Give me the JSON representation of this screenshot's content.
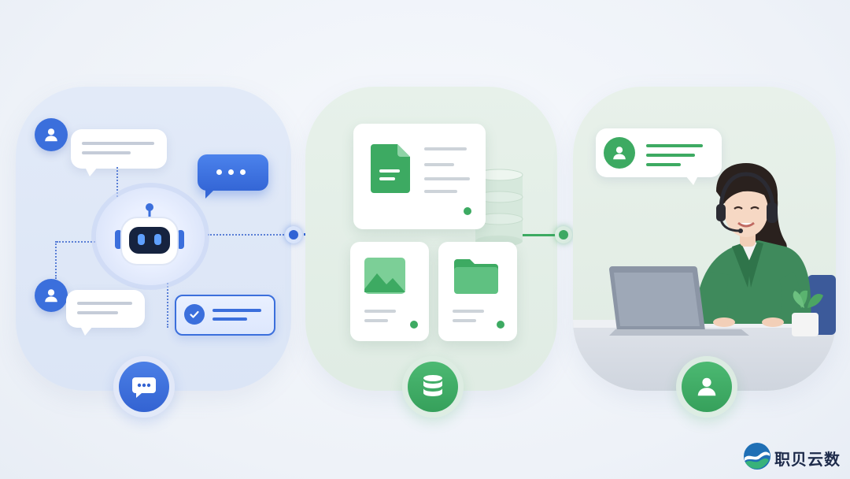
{
  "brand": {
    "name": "职贝云数",
    "logo_colors": [
      "#1f6fb5",
      "#38b27a"
    ]
  },
  "stages": [
    {
      "id": "chatbot",
      "accent": "#3b6fdc",
      "bottom_icon": "chat-bubble-icon"
    },
    {
      "id": "knowledge-base",
      "accent": "#3daa62",
      "bottom_icon": "database-icon"
    },
    {
      "id": "human-agent",
      "accent": "#3daa62",
      "bottom_icon": "user-icon"
    }
  ],
  "colors": {
    "blue_accent": "#3b6fdc",
    "green_accent": "#3daa62",
    "background": "#eef2f8"
  }
}
